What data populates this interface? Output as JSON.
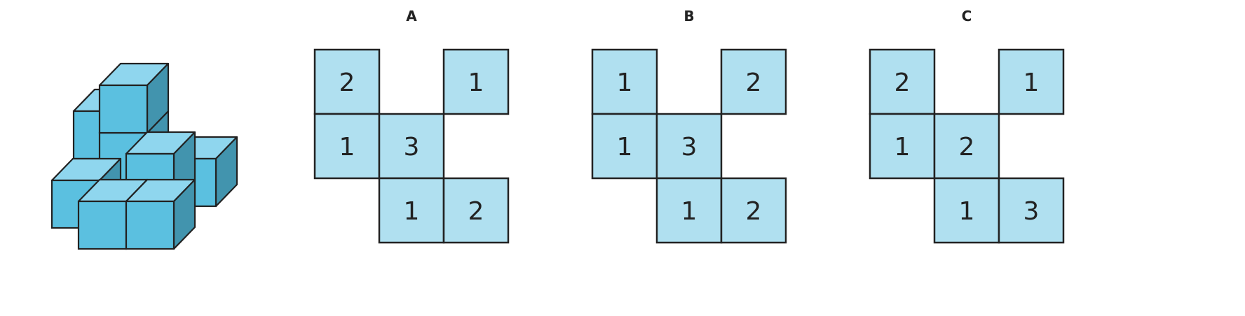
{
  "colors": {
    "cube_front": "#5bc0e0",
    "cube_top": "#8fd6ee",
    "cube_side": "#4294ae",
    "cell_fill": "#b0e0f0",
    "stroke": "#222222"
  },
  "options": [
    {
      "label": "A",
      "cells": [
        {
          "row": 0,
          "col": 0,
          "value": "2"
        },
        {
          "row": 0,
          "col": 2,
          "value": "1"
        },
        {
          "row": 1,
          "col": 0,
          "value": "1"
        },
        {
          "row": 1,
          "col": 1,
          "value": "3"
        },
        {
          "row": 2,
          "col": 1,
          "value": "1"
        },
        {
          "row": 2,
          "col": 2,
          "value": "2"
        }
      ]
    },
    {
      "label": "B",
      "cells": [
        {
          "row": 0,
          "col": 0,
          "value": "1"
        },
        {
          "row": 0,
          "col": 2,
          "value": "2"
        },
        {
          "row": 1,
          "col": 0,
          "value": "1"
        },
        {
          "row": 1,
          "col": 1,
          "value": "3"
        },
        {
          "row": 2,
          "col": 1,
          "value": "1"
        },
        {
          "row": 2,
          "col": 2,
          "value": "2"
        }
      ]
    },
    {
      "label": "C",
      "cells": [
        {
          "row": 0,
          "col": 0,
          "value": "2"
        },
        {
          "row": 0,
          "col": 2,
          "value": "1"
        },
        {
          "row": 1,
          "col": 0,
          "value": "1"
        },
        {
          "row": 1,
          "col": 1,
          "value": "2"
        },
        {
          "row": 2,
          "col": 1,
          "value": "1"
        },
        {
          "row": 2,
          "col": 2,
          "value": "3"
        }
      ]
    }
  ]
}
